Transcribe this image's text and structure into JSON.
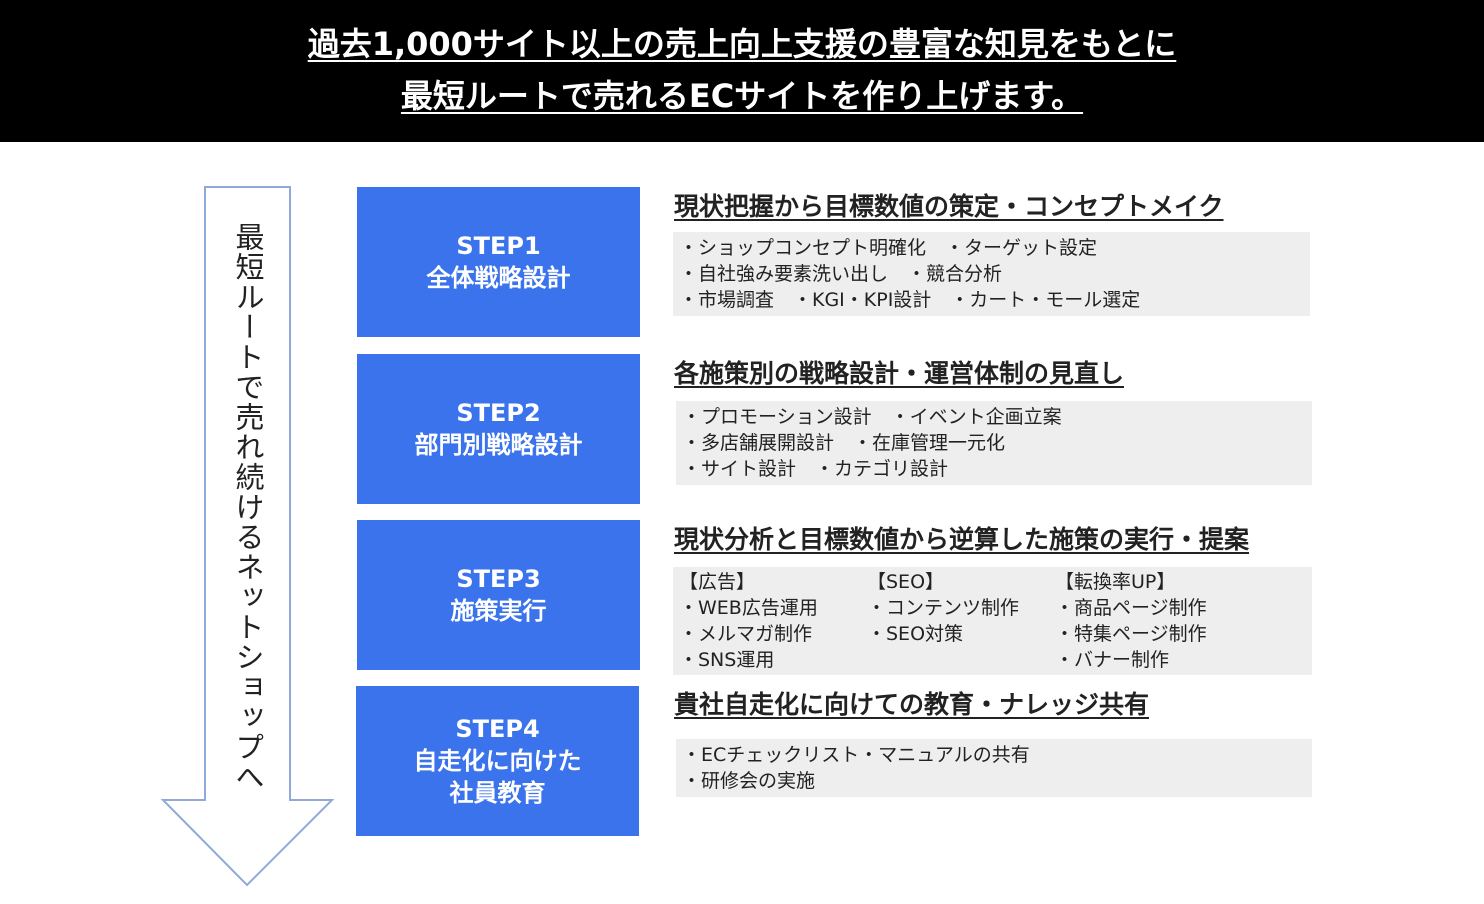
{
  "header": {
    "line1": "過去1,000サイト以上の売上向上支援の豊富な知見をもとに",
    "line2": "最短ルートで売れるECサイトを作り上げます。"
  },
  "arrow": {
    "label": "最短ルートで売れ続けるネットショップへ"
  },
  "colors": {
    "step_blue": "#3b73ec",
    "header_bg": "#000000",
    "panel_gray": "#eeeeee"
  },
  "steps": [
    {
      "number": "STEP1",
      "title": [
        "全体戦略設計"
      ],
      "heading": "現状把握から目標数値の策定・コンセプトメイク",
      "items": [
        "・ショップコンセプト明確化　・ターゲット設定",
        "・自社強み要素洗い出し　・競合分析",
        "・市場調査　・KGI・KPI設計　・カート・モール選定"
      ]
    },
    {
      "number": "STEP2",
      "title": [
        "部門別戦略設計"
      ],
      "heading": "各施策別の戦略設計・運営体制の見直し",
      "items": [
        "・プロモーション設計　・イベント企画立案",
        "・多店舗展開設計　・在庫管理一元化",
        "・サイト設計　・カテゴリ設計"
      ]
    },
    {
      "number": "STEP3",
      "title": [
        "施策実行"
      ],
      "heading": "現状分析と目標数値から逆算した施策の実行・提案",
      "columns": [
        {
          "label": "【広告】",
          "items": [
            "・WEB広告運用",
            "・メルマガ制作",
            "・SNS運用"
          ]
        },
        {
          "label": "【SEO】",
          "items": [
            "・コンテンツ制作",
            "・SEO対策"
          ]
        },
        {
          "label": "【転換率UP】",
          "items": [
            "・商品ページ制作",
            "・特集ページ制作",
            "・バナー制作"
          ]
        }
      ]
    },
    {
      "number": "STEP4",
      "title": [
        "自走化に向けた",
        "社員教育"
      ],
      "heading": "貴社自走化に向けての教育・ナレッジ共有",
      "items": [
        "・ECチェックリスト・マニュアルの共有",
        "・研修会の実施"
      ]
    }
  ]
}
